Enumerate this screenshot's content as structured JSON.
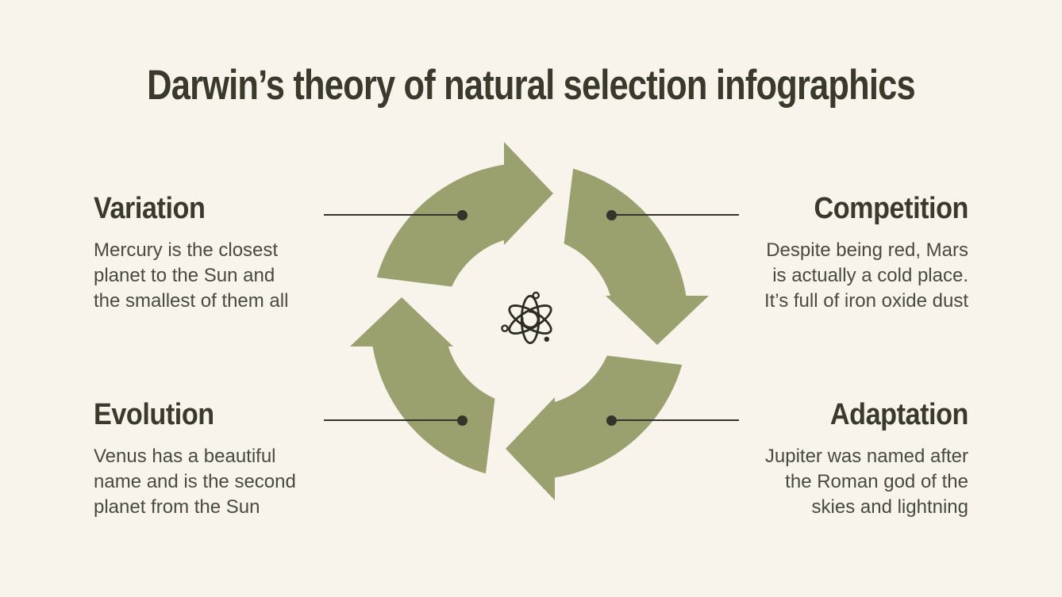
{
  "slide": {
    "title": "Darwin’s theory of natural selection infographics",
    "colors": {
      "background": "#f8f4ec",
      "accent": "#9aa06e",
      "heading_text": "#3a392b",
      "body_text": "#4a4940",
      "connector": "#35342a",
      "icon_stroke": "#2e2d24"
    }
  },
  "diagram": {
    "type": "cycle",
    "direction": "clockwise",
    "segments": 4,
    "center_icon": "atom-icon"
  },
  "sections": [
    {
      "position": "top-left",
      "label": "Variation",
      "lines": [
        "Mercury is the closest",
        "planet to the Sun and",
        "the smallest of them all"
      ]
    },
    {
      "position": "top-right",
      "label": "Competition",
      "lines": [
        "Despite being red, Mars",
        "is actually a cold place.",
        "It’s full of iron oxide dust"
      ]
    },
    {
      "position": "bottom-left",
      "label": "Evolution",
      "lines": [
        "Venus has a beautiful",
        "name and is the second",
        "planet from the Sun"
      ]
    },
    {
      "position": "bottom-right",
      "label": "Adaptation",
      "lines": [
        "Jupiter was named after",
        "the Roman god of the",
        "skies and lightning"
      ]
    }
  ]
}
